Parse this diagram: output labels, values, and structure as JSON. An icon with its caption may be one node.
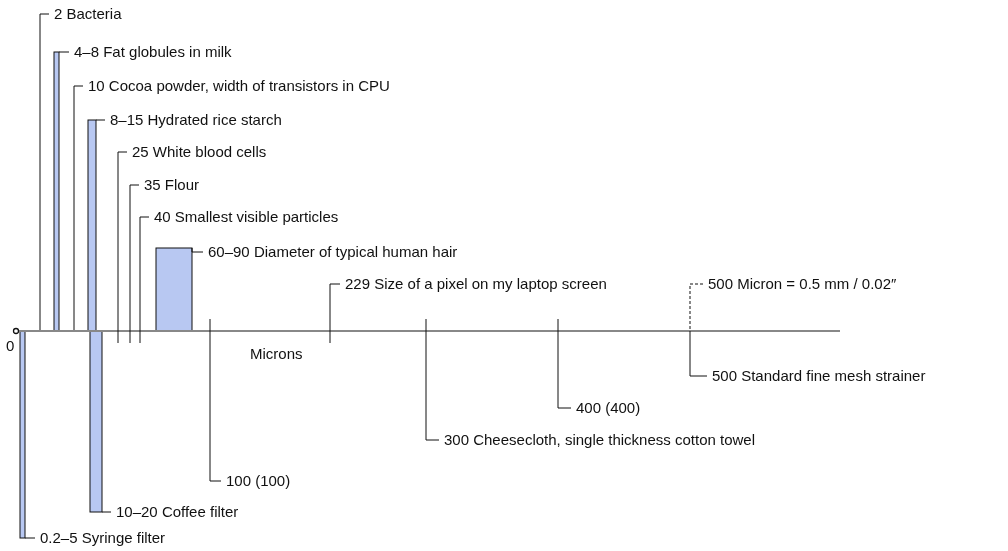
{
  "diagram": {
    "nodes": [
      {
        "text": [
          "2 Bacteria"
        ]
      },
      {
        "text": [
          "4–8 Fat globules in milk"
        ]
      },
      {
        "text": [],
        "shape": "bar"
      },
      {
        "text": [
          "10 Cocoa powder, width of transistors in CPU"
        ]
      },
      {
        "text": [
          "8–15 Hydrated rice starch"
        ]
      },
      {
        "text": [],
        "shape": "bar"
      },
      {
        "text": [
          "25 White blood cells"
        ]
      },
      {
        "text": [
          "35 Flour"
        ]
      },
      {
        "text": [
          "40 Smallest visible particles"
        ]
      },
      {
        "text": [
          "60–90 Diameter of typical human hair"
        ]
      },
      {
        "text": [],
        "shape": "bar"
      },
      {
        "text": [
          "229 Size of a pixel on my laptop screen"
        ]
      },
      {
        "text": [
          "500 Micron = 0.5 mm / 0.02″"
        ]
      },
      {
        "text": [
          "500 Standard fine mesh strainer"
        ]
      },
      {
        "text": [
          "400 (400)"
        ]
      },
      {
        "text": [
          "300 Cheesecloth, single thickness cotton towel"
        ]
      },
      {
        "text": [
          "100 (100)"
        ]
      },
      {
        "text": [
          "10–20 Coffee filter"
        ]
      },
      {
        "text": [],
        "shape": "bar"
      },
      {
        "text": [
          "0.2–5 Syringe filter"
        ]
      },
      {
        "text": [],
        "shape": "bar"
      }
    ],
    "edges": [
      {
        "from": 0,
        "to": null,
        "arrow": "none"
      },
      {
        "from": 1,
        "to": 2,
        "arrow": "none"
      },
      {
        "from": 3,
        "to": null,
        "arrow": "none"
      },
      {
        "from": 4,
        "to": 5,
        "arrow": "none"
      },
      {
        "from": 6,
        "to": null,
        "arrow": "none"
      },
      {
        "from": 7,
        "to": null,
        "arrow": "none"
      },
      {
        "from": 8,
        "to": null,
        "arrow": "none"
      },
      {
        "from": 9,
        "to": 10,
        "arrow": "none"
      },
      {
        "from": 11,
        "to": null,
        "arrow": "none"
      },
      {
        "from": 12,
        "to": null,
        "arrow": "none",
        "style": "dashed"
      },
      {
        "from": 13,
        "to": null,
        "arrow": "none"
      },
      {
        "from": 14,
        "to": null,
        "arrow": "none"
      },
      {
        "from": 15,
        "to": null,
        "arrow": "none"
      },
      {
        "from": 16,
        "to": null,
        "arrow": "none"
      },
      {
        "from": 17,
        "to": 18,
        "arrow": "none"
      },
      {
        "from": 19,
        "to": 20,
        "arrow": "none"
      }
    ],
    "labels": [
      "0",
      "Microns"
    ]
  }
}
